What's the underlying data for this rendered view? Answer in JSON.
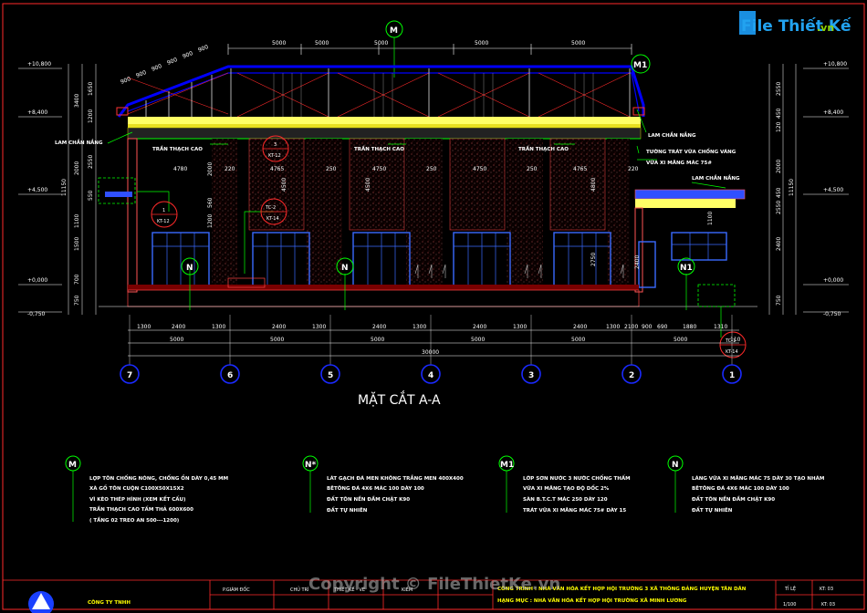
{
  "watermark": {
    "brand": "File Thiết Kế",
    "suffix": ".vn",
    "copyright": "Copyright © FileThietKe.vn"
  },
  "section_title": "MẶT CẮT A-A",
  "top_grid_tag": "M",
  "right_tag": "M1",
  "levels_left": [
    "+10,800",
    "+8,400",
    "+4,500",
    "+0,000",
    "-0,750"
  ],
  "levels_right": [
    "+10,800",
    "+8,400",
    "+4,500",
    "+0,000",
    "-0,750"
  ],
  "top_dims": [
    "5000",
    "5000",
    "5000",
    "5000",
    "5000"
  ],
  "roof_dims": [
    "900",
    "900",
    "900",
    "900",
    "900",
    "900"
  ],
  "left_vdims": [
    "1650",
    "3400",
    "1200",
    "2000",
    "11150",
    "2550",
    "550",
    "1100",
    "1500",
    "700",
    "750"
  ],
  "right_vdims": [
    "2550",
    "450",
    "120",
    "2000",
    "11150",
    "2550",
    "450",
    "2400",
    "750"
  ],
  "room_dims": [
    "4780",
    "220",
    "4765",
    "250",
    "4750",
    "250",
    "4750",
    "250",
    "4765",
    "220"
  ],
  "wall_vdims": [
    "2000",
    "1200",
    "560",
    "4500",
    "2400",
    "4500",
    "2750",
    "4800",
    "1100"
  ],
  "bottom_dims_1": [
    "1300",
    "2400",
    "1300",
    "2400",
    "1300",
    "2400",
    "1300",
    "2400",
    "1300",
    "2400",
    "1300",
    "2100",
    "900",
    "690",
    "1880",
    "1310"
  ],
  "bottom_dims_2": [
    "5000",
    "5000",
    "5000",
    "5000",
    "5000",
    "5000",
    "110"
  ],
  "total_dim": "30000",
  "axes": [
    "7",
    "6",
    "5",
    "4",
    "3",
    "2",
    "1"
  ],
  "callouts": {
    "lam_chan_nang_1": "LAM CHẮN NẮNG",
    "tran_thach_cao_1": "TRẦN THẠCH CAO",
    "tran_thach_cao_2": "TRẦN THẠCH CAO",
    "tran_thach_cao_3": "TRẦN THẠCH CAO",
    "lam_chan_nang_2": "LAM CHẮN NẮNG",
    "tuong_trat": "TƯỜNG TRÁT VỮA CHỐNG VÁNG",
    "vua_xi_mang": "VỮA XI MĂNG MÁC 75#",
    "lam_chan_nang_3": "LAM CHẮN NẮNG"
  },
  "detail_tags": [
    {
      "num": "3",
      "ref": "KT-12"
    },
    {
      "num": "1",
      "ref": "KT-12"
    },
    {
      "num": "TC-2",
      "ref": "KT-14"
    },
    {
      "num": "TC-1",
      "ref": "KT-14"
    }
  ],
  "floor_tags": [
    "N",
    "N",
    "N1"
  ],
  "legend": [
    {
      "tag": "M",
      "lines": [
        "LỢP TÔN CHỐNG NÓNG, CHỐNG ỒN DÀY 0,45 MM",
        "XÀ GỒ TÔN CUỘN C100X50X15X2",
        "VÌ KÈO THÉP HÌNH (XEM KẾT CẤU)",
        "TRẦN THẠCH CAO TẤM THẢ 600X600",
        "( TẦNG 02 TREO AN 500---1200)"
      ]
    },
    {
      "tag": "N*",
      "lines": [
        "LÁT GẠCH ĐÁ MEN KHÔNG TRẮNG MEN 400X400",
        "BÊTÔNG ĐÁ 4X6 MÁC 100 DÀY 100",
        "ĐẤT TÔN NỀN ĐẦM CHẶT K90",
        "ĐẤT TỰ NHIÊN"
      ]
    },
    {
      "tag": "M1",
      "lines": [
        "LỚP SƠN NƯỚC 3 NƯỚC CHỐNG THẤM",
        "VỮA XI MĂNG TẠO ĐỘ DỐC 2%",
        "SÀN B.T.C.T MÁC 250 DÀY 120",
        "TRÁT VỮA XI MĂNG MÁC 75# DÀY 15"
      ]
    },
    {
      "tag": "N",
      "lines": [
        "LÁNG VỮA XI MĂNG MÁC 75 DÀY 30 TẠO NHÁM",
        "BÊTÔNG ĐÁ 4X6 MÁC 100 DÀY 100",
        "ĐẤT TÔN NỀN ĐẦM CHẶT K90",
        "ĐẤT TỰ NHIÊN"
      ]
    }
  ],
  "title_block": {
    "company": "CÔNG TY TNHH",
    "cell_director": "P.GIÁM ĐỐC",
    "cell_chief": "CHỦ TRÌ",
    "cell_draw": "THIẾT KẾ - VẼ",
    "cell_check": "KIỂM",
    "project_line1": "CÔNG TRÌNH : NHÀ VĂN HÓA KẾT HỢP HỘI TRƯỜNG 3 XÃ THÔNG ĐẢNG HUYỆN TÂN DÂN",
    "project_line2": "HẠNG MỤC : NHÀ VĂN HÓA KẾT HỢP HỘI TRƯỜNG XÃ MINH LƯƠNG",
    "scale_label": "TỈ LỆ",
    "scale": "1/100",
    "code": "KT: 03",
    "sheet": "KT: 03"
  },
  "colors": {
    "background": "#000000",
    "roof_blue": "#0000ff",
    "beam_yellow": "#ffff66",
    "leader_green": "#00ff00",
    "frame_red": "#ff0000",
    "axis_blue": "#1a2aff"
  }
}
